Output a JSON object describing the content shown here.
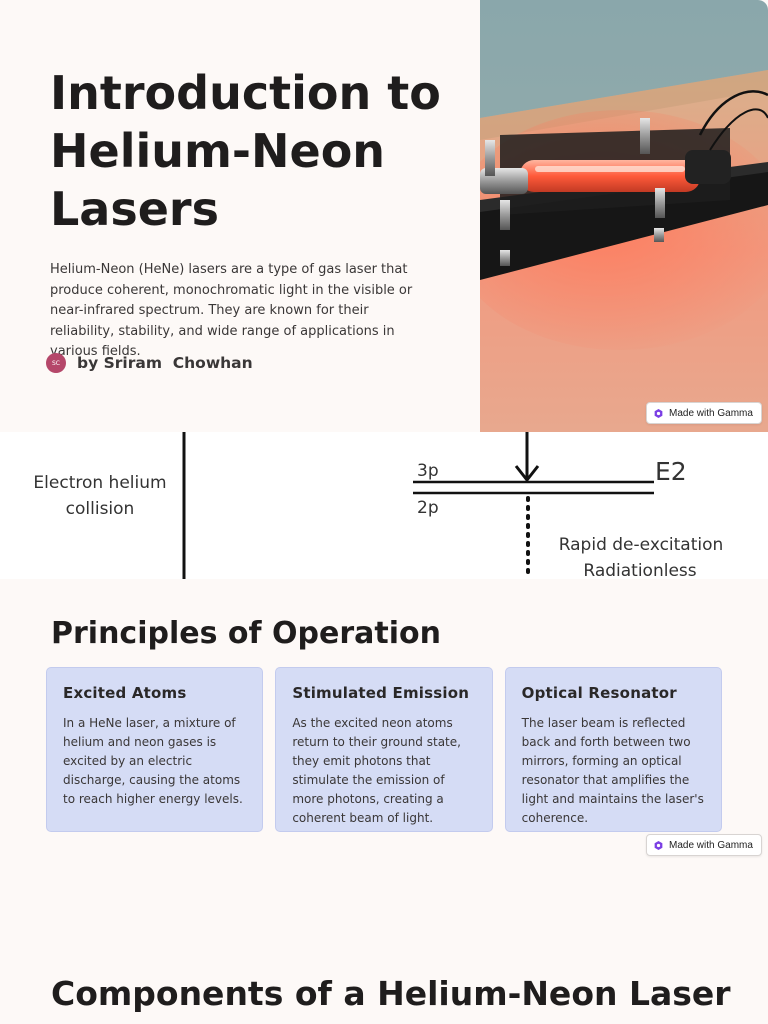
{
  "slide1": {
    "title": "Introduction to Helium-Neon Lasers",
    "intro": " Helium-Neon (HeNe) lasers are a type of gas laser that produce coherent, monochromatic light in the visible or near-infrared spectrum. They are known for their reliability, stability, and wide range of applications in various fields.",
    "author": {
      "initials": "SC",
      "name": "by Sriram  Chowhan"
    },
    "photo_icon": "hene-laser-photo"
  },
  "badge": {
    "label": "Made with Gamma",
    "icon": "gamma-logo-icon",
    "color": "#7b3fe4"
  },
  "diagram": {
    "left_label_line1": "Electron helium",
    "left_label_line2": "collision",
    "level_upper": "3p",
    "level_lower": "2p",
    "energy_label": "E2",
    "right_label_line1": "Rapid de-excitation",
    "right_label_line2": "Radiationless"
  },
  "principles": {
    "title": "Principles of Operation",
    "cards": [
      {
        "title": "Excited Atoms",
        "text": "In a HeNe laser, a mixture of helium and neon gases is excited by an electric discharge, causing the atoms to reach higher energy levels."
      },
      {
        "title": "Stimulated Emission",
        "text": "As the excited neon atoms return to their ground state, they emit photons that stimulate the emission of more photons, creating a coherent beam of light."
      },
      {
        "title": "Optical Resonator",
        "text": "The laser beam is reflected back and forth between two mirrors, forming an optical resonator that amplifies the light and maintains the laser's coherence."
      }
    ]
  },
  "components": {
    "title": "Components of a Helium-Neon Laser"
  },
  "colors": {
    "background": "#fdf9f7",
    "card": "#d5dcf5",
    "avatar": "#b5476a",
    "text": "#1f1d1d"
  }
}
